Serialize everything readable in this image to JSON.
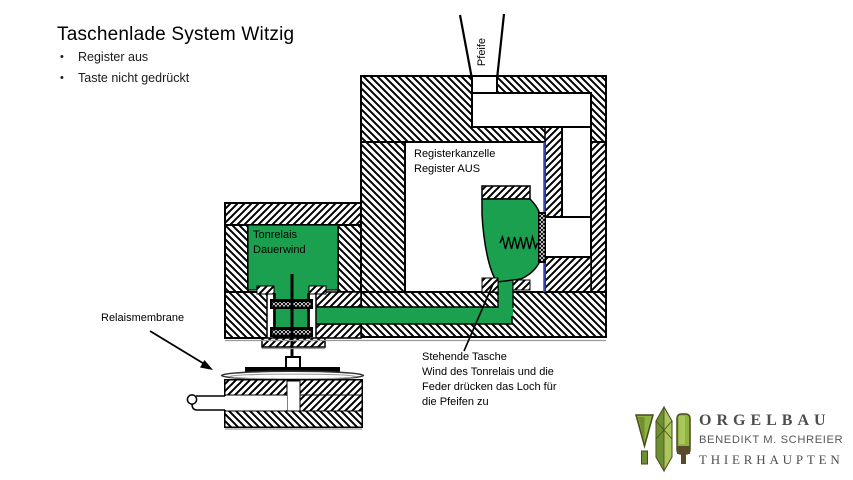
{
  "slide": {
    "title": "Taschenlade System Witzig",
    "bullets": [
      "Register aus",
      "Taste nicht gedrückt"
    ]
  },
  "diagram": {
    "pipe_label": "Pfeife",
    "kanzelle_label": [
      "Registerkanzelle",
      "Register AUS"
    ],
    "tonrelais_label": [
      "Tonrelais",
      "Dauerwind"
    ],
    "membrane_label": "Relaismembrane",
    "tasche_note": [
      "Stehende Tasche",
      "Wind des Tonrelais und die",
      "Feder drücken das Loch für",
      "die Pfeifen zu"
    ],
    "colors": {
      "wind_green": "#1aa04e",
      "kanzelle_edge_blue": "#3344bb",
      "outline": "#000000"
    }
  },
  "logo": {
    "line1": "ORGELBAU",
    "line2": "BENEDIKT M. SCHREIER",
    "line3": "THIERHAUPTEN",
    "colors": {
      "text": "#4d4e50",
      "pipe_light": "#a9c75c",
      "pipe_mid": "#8cb43f",
      "pipe_dark": "#6f8f33",
      "pipe_outline": "#4a4a1c",
      "pipe_brown": "#5a4a2a"
    }
  }
}
